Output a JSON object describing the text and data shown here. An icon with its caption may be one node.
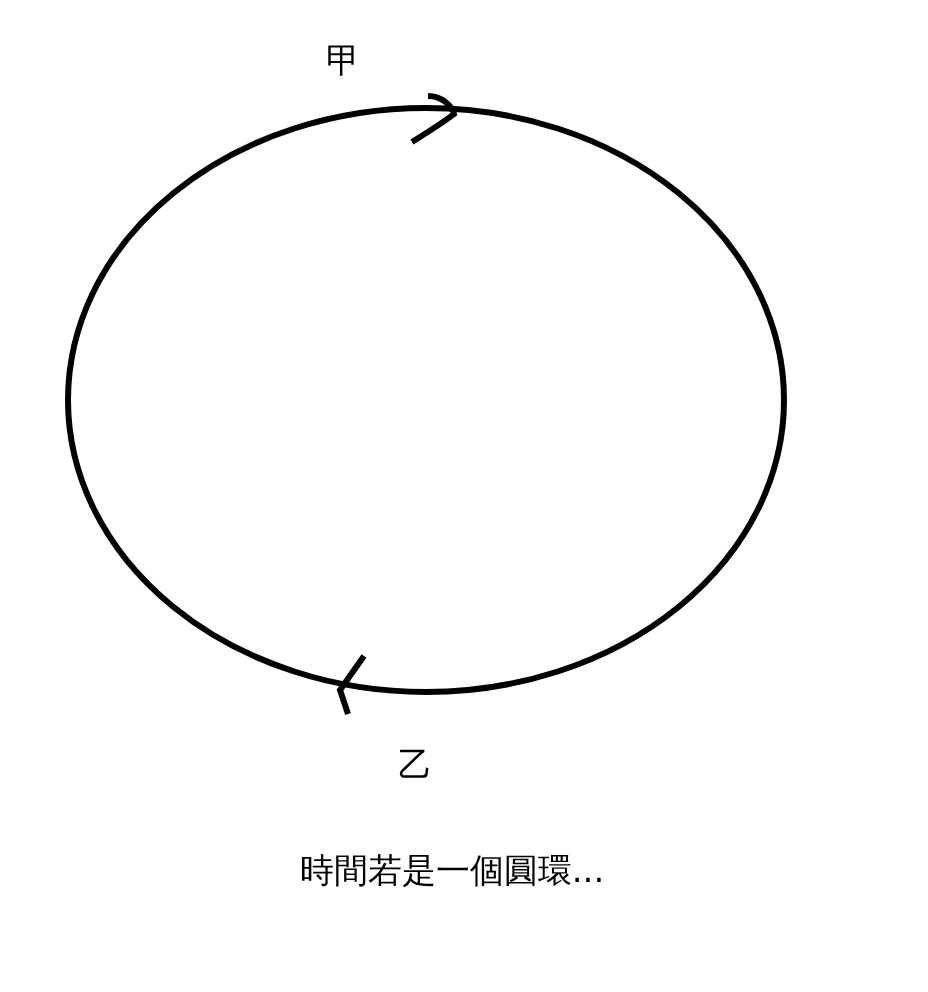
{
  "diagram": {
    "caption": "時間若是一個圓環...",
    "labels": [
      "甲",
      "乙"
    ]
  }
}
